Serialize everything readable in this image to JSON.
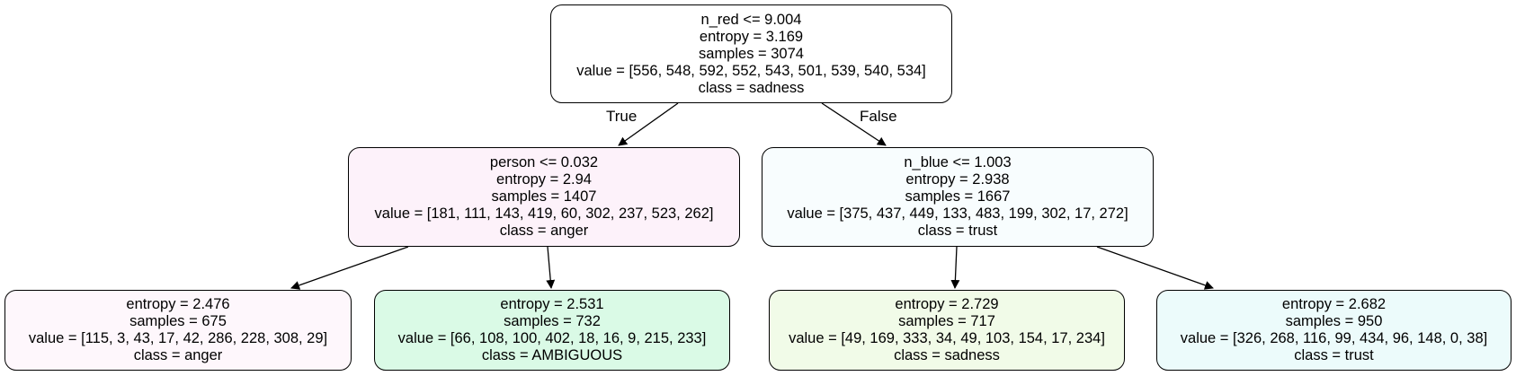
{
  "nodes": {
    "root": {
      "split": "n_red <= 9.004",
      "entropy": "entropy = 3.169",
      "samples": "samples = 3074",
      "value": "value = [556, 548, 592, 552, 543, 501, 539, 540, 534]",
      "class": "class = sadness",
      "fill": "#ffffff"
    },
    "left": {
      "split": "person <= 0.032",
      "entropy": "entropy = 2.94",
      "samples": "samples = 1407",
      "value": "value = [181, 111, 143, 419, 60, 302, 237, 523, 262]",
      "class": "class = anger",
      "fill": "#fdf2fa"
    },
    "right": {
      "split": "n_blue <= 1.003",
      "entropy": "entropy = 2.938",
      "samples": "samples = 1667",
      "value": "value = [375, 437, 449, 133, 483, 199, 302, 17, 272]",
      "class": "class = trust",
      "fill": "#f8fdfe"
    },
    "ll": {
      "entropy": "entropy = 2.476",
      "samples": "samples = 675",
      "value": "value = [115, 3, 43, 17, 42, 286, 228, 308, 29]",
      "class": "class = anger",
      "fill": "#fef7fc"
    },
    "lr": {
      "entropy": "entropy = 2.531",
      "samples": "samples = 732",
      "value": "value = [66, 108, 100, 402, 18, 16, 9, 215, 233]",
      "class": "class = AMBIGUOUS",
      "fill": "#dafae6"
    },
    "rl": {
      "entropy": "entropy = 2.729",
      "samples": "samples = 717",
      "value": "value = [49, 169, 333, 34, 49, 103, 154, 17, 234]",
      "class": "class = sadness",
      "fill": "#f1fbe8"
    },
    "rr": {
      "entropy": "entropy = 2.682",
      "samples": "samples = 950",
      "value": "value = [326, 268, 116, 99, 434, 96, 148, 0, 38]",
      "class": "class = trust",
      "fill": "#ecfbfb"
    }
  },
  "edges": {
    "true_label": "True",
    "false_label": "False"
  },
  "colors": {
    "stroke": "#000000"
  }
}
